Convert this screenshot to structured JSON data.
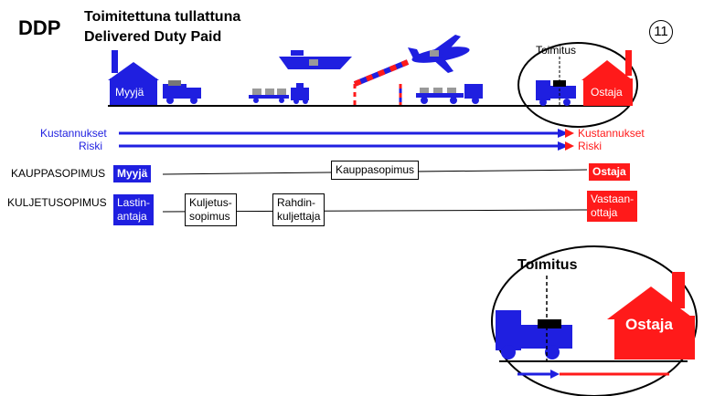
{
  "header": {
    "abbr": "DDP",
    "fi_title": "Toimitettuna tullattuna",
    "en_title": "Delivered Duty Paid",
    "number": "11"
  },
  "scene": {
    "seller_label": "Myyjä",
    "buyer_label": "Ostaja",
    "delivery_label": "Toimitus"
  },
  "flows": {
    "costs_left": "Kustannukset",
    "risk_left": "Riski",
    "costs_right": "Kustannukset",
    "risk_right": "Riski"
  },
  "contracts": {
    "sales_row_label": "KAUPPASOPIMUS",
    "transport_row_label": "KULJETUSOPIMUS",
    "seller": "Myyjä",
    "sales_contract": "Kauppasopimus",
    "buyer": "Ostaja",
    "shipper": [
      "Lastin-",
      "antaja"
    ],
    "transport_contract": [
      "Kuljetus-",
      "sopimus"
    ],
    "carrier": [
      "Rahdin-",
      "kuljettaja"
    ],
    "consignee": [
      "Vastaan-",
      "ottaja"
    ]
  },
  "zoom": {
    "delivery_label": "Toimitus",
    "buyer_label": "Ostaja"
  },
  "colors": {
    "seller": "#1f1fe0",
    "buyer": "#ff1a1a"
  }
}
